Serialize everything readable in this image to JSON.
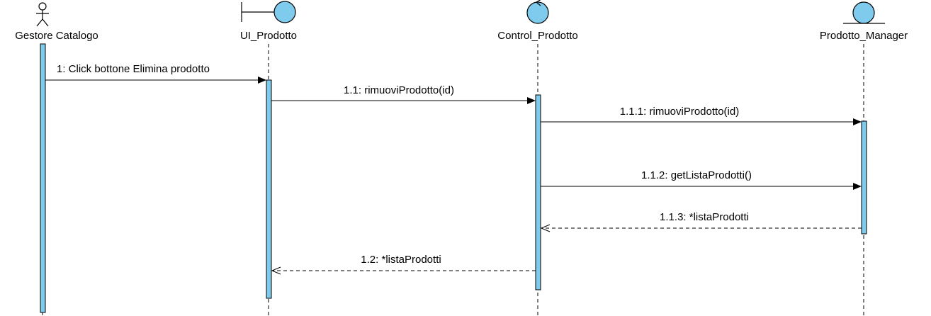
{
  "diagram": {
    "type": "sequence",
    "participants": [
      {
        "id": "p1",
        "kind": "actor",
        "name": "Gestore Catalogo"
      },
      {
        "id": "p2",
        "kind": "boundary",
        "name": "UI_Prodotto"
      },
      {
        "id": "p3",
        "kind": "control",
        "name": "Control_Prodotto"
      },
      {
        "id": "p4",
        "kind": "entity",
        "name": "Prodotto_Manager"
      }
    ],
    "messages": [
      {
        "id": "m1",
        "label": "1: Click bottone Elimina prodotto",
        "from": "p1",
        "to": "p2",
        "kind": "sync"
      },
      {
        "id": "m2",
        "label": "1.1: rimuoviProdotto(id)",
        "from": "p2",
        "to": "p3",
        "kind": "sync"
      },
      {
        "id": "m3",
        "label": "1.1.1: rimuoviProdotto(id)",
        "from": "p3",
        "to": "p4",
        "kind": "sync"
      },
      {
        "id": "m4",
        "label": "1.1.2: getListaProdotti()",
        "from": "p3",
        "to": "p4",
        "kind": "sync"
      },
      {
        "id": "m5",
        "label": "1.1.3: *listaProdotti",
        "from": "p4",
        "to": "p3",
        "kind": "return"
      },
      {
        "id": "m6",
        "label": "1.2: *listaProdotti",
        "from": "p3",
        "to": "p2",
        "kind": "return"
      }
    ],
    "colors": {
      "activation": "#7ecbed",
      "line": "#000000"
    }
  }
}
